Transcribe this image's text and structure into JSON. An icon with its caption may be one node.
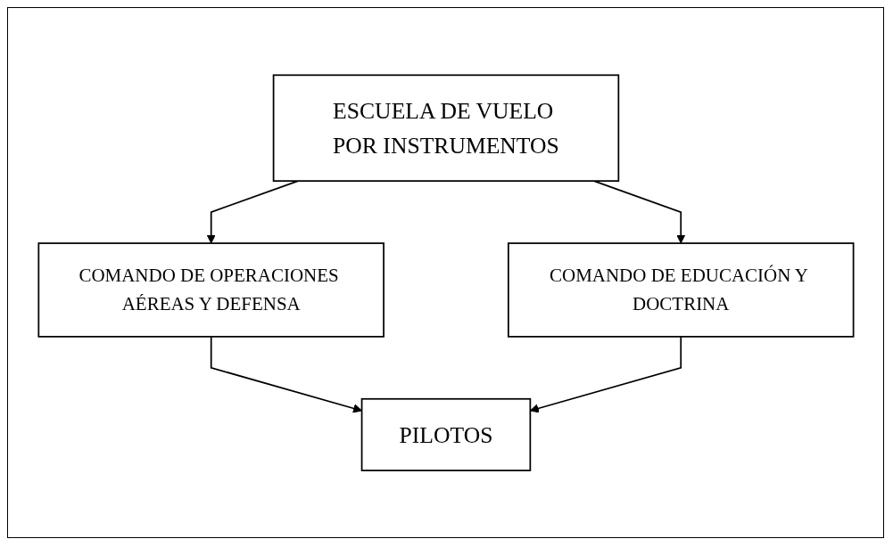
{
  "diagram": {
    "nodes": [
      {
        "text": [
          "ESCUELA DE VUELO POR INSTRUMENTOS"
        ]
      },
      {
        "text": [
          "COMANDO DE OPERACIONES AÉREAS Y DEFENSA"
        ]
      },
      {
        "text": [
          "COMANDO DE EDUCACIÓN Y DOCTRINA"
        ]
      },
      {
        "text": [
          "PILOTOS"
        ]
      }
    ],
    "edges": [
      {
        "from": 0,
        "to": 1,
        "arrow": "to"
      },
      {
        "from": 0,
        "to": 2,
        "arrow": "to"
      },
      {
        "from": 1,
        "to": 3,
        "arrow": "to"
      },
      {
        "from": 2,
        "to": 3,
        "arrow": "to"
      }
    ]
  }
}
